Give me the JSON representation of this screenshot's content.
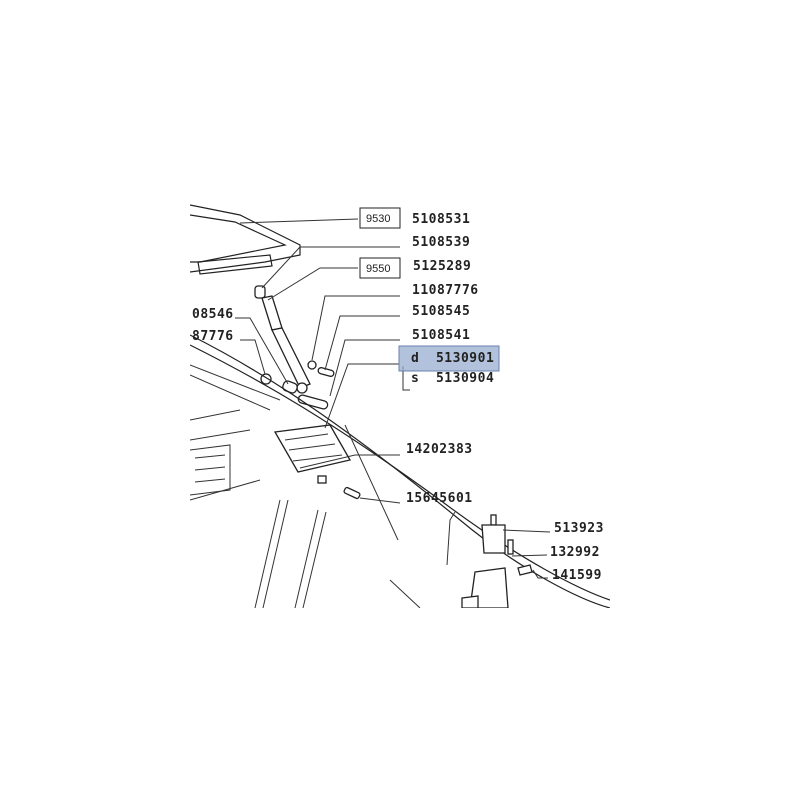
{
  "diagram": {
    "ref_boxes": [
      "9530",
      "9550"
    ],
    "part_numbers": {
      "p1": "5108531",
      "p2": "5108539",
      "p3": "5125289",
      "p4": "11087776",
      "p5": "5108545",
      "p6": "5108541",
      "p7": "d  5130901",
      "p8": "s  5130904",
      "p9": "08546",
      "p10": "87776",
      "p11": "14202383",
      "p12": "15645601",
      "p13": "513923",
      "p14": "132992",
      "p15": "141599"
    },
    "highlight_color": "#9aaed0"
  }
}
